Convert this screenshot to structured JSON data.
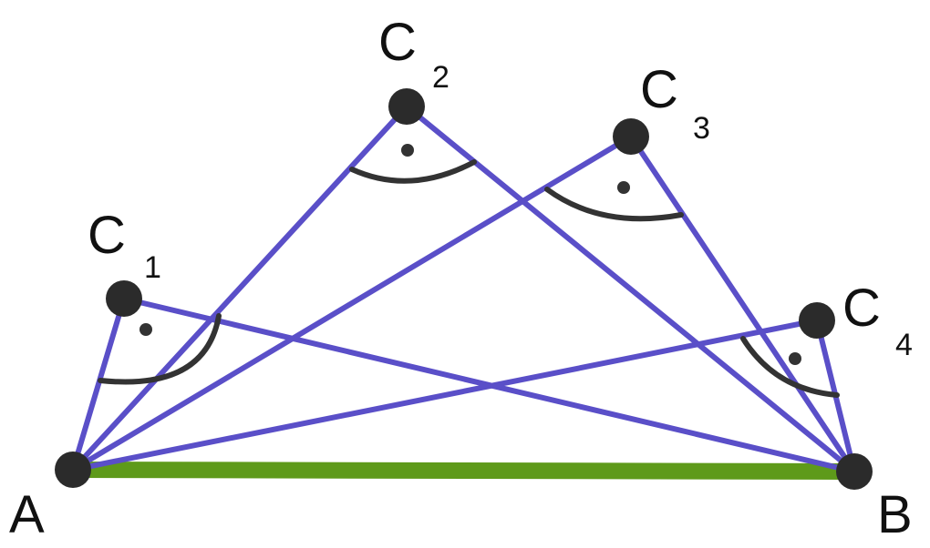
{
  "colors": {
    "segment": "#5a4fc8",
    "base": "#5e9a1a",
    "point": "#2b2b2b",
    "arc": "#333333",
    "text": "#111111",
    "background": "#ffffff"
  },
  "points": {
    "A": {
      "letter": "A",
      "sub": ""
    },
    "B": {
      "letter": "B",
      "sub": ""
    },
    "C1": {
      "letter": "C",
      "sub": "1"
    },
    "C2": {
      "letter": "C",
      "sub": "2"
    },
    "C3": {
      "letter": "C",
      "sub": "3"
    },
    "C4": {
      "letter": "C",
      "sub": "4"
    }
  },
  "right_angles": [
    "C1",
    "C2",
    "C3",
    "C4"
  ]
}
